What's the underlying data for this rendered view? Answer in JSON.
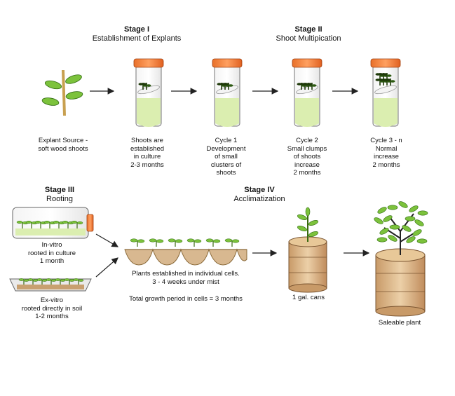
{
  "stages": {
    "s1": {
      "title": "Stage I",
      "subtitle": "Establishment of Explants"
    },
    "s2": {
      "title": "Stage II",
      "subtitle": "Shoot Multipication"
    },
    "s3": {
      "title": "Stage III",
      "subtitle": "Rooting"
    },
    "s4": {
      "title": "Stage IV",
      "subtitle": "Acclimatization"
    }
  },
  "labels": {
    "explant": "Explant Source -\nsoft wood shoots",
    "established": "Shoots are\nestablished\nin culture\n2-3 months",
    "cycle1": "Cycle 1\nDevelopment\nof small\nclusters of\nshoots",
    "cycle2": "Cycle 2\nSmall clumps\nof shoots\nincrease\n2 months",
    "cycle3": "Cycle 3 - n\nNormal\nincrease\n2 months",
    "invitro": "In-vitro\nrooted in culture\n1 month",
    "exvitro": "Ex-vitro\nrooted directly in soil\n1-2 months",
    "cells": "Plants established in individual cells.\n3 - 4 weeks under mist",
    "total": "Total growth period in cells = 3 months",
    "cans": "1 gal. cans",
    "saleable": "Saleable plant"
  },
  "colors": {
    "cap": "#f0803a",
    "tube_liquid": "#dbeeb0",
    "leaf": "#7cc23c",
    "stem": "#c8a050",
    "soil": "#d8b890",
    "arrow": "#222222"
  }
}
